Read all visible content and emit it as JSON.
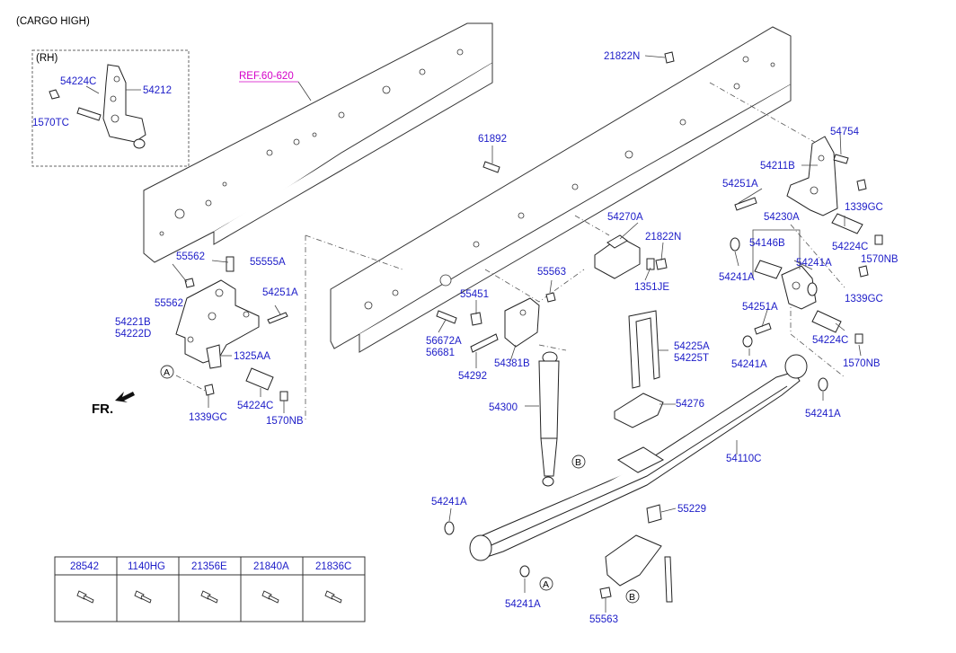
{
  "title": "(CARGO HIGH)",
  "inset": {
    "title": "(RH)",
    "labels": [
      "54224C",
      "54212",
      "1570TC"
    ]
  },
  "reference": "REF.60-620",
  "direction": "FR.",
  "callouts": {
    "c21822N_top": "21822N",
    "c61892": "61892",
    "c54754": "54754",
    "c54211B": "54211B",
    "c54251A_r": "54251A",
    "c1339GC_r1": "1339GC",
    "c54230A": "54230A",
    "c54270A": "54270A",
    "c21822N_mid": "21822N",
    "c54146B": "54146B",
    "c54224C_r": "54224C",
    "c1570NB_r1": "1570NB",
    "c54241A_r1": "54241A",
    "c54241A_r2": "54241A",
    "c1351JE": "1351JE",
    "c1339GC_r2": "1339GC",
    "c54251A_r2": "54251A",
    "c54224C_r2": "54224C",
    "c54241A_r3": "54241A",
    "c1570NB_r2": "1570NB",
    "c54241A_r4": "54241A",
    "c55562_a": "55562",
    "c55555A": "55555A",
    "c55562_b": "55562",
    "c54251A_l": "54251A",
    "c54221B": "54221B",
    "c54222D": "54222D",
    "c1325AA": "1325AA",
    "c54224C_l": "54224C",
    "c1570NB_l": "1570NB",
    "c1339GC_l": "1339GC",
    "c55563_top": "55563",
    "c55451": "55451",
    "c56672A": "56672A",
    "c56681": "56681",
    "c54292": "54292",
    "c54381B": "54381B",
    "c54225A": "54225A",
    "c54225T": "54225T",
    "c54300": "54300",
    "c54276": "54276",
    "c54110C": "54110C",
    "c54241A_b1": "54241A",
    "c55229": "55229",
    "c54241A_b2": "54241A",
    "c55563_bot": "55563"
  },
  "circle_markers": {
    "A": "A",
    "B": "B"
  },
  "fastener_table": {
    "headers": [
      "28542",
      "1140HG",
      "21356E",
      "21840A",
      "21836C"
    ],
    "icon": "bolt-icon"
  }
}
